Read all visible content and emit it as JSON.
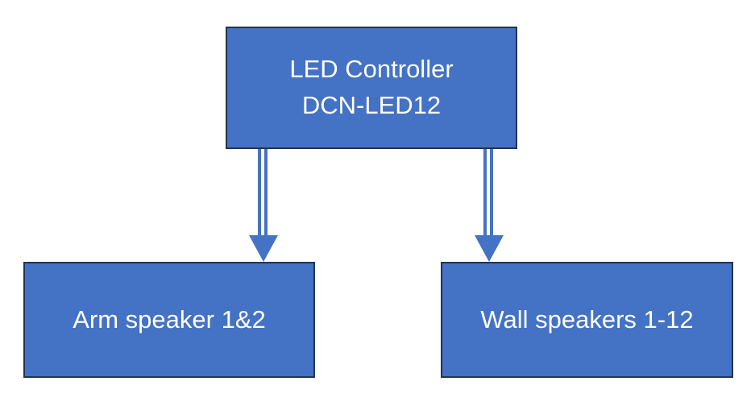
{
  "diagram": {
    "nodes": [
      {
        "id": "controller",
        "lines": [
          "LED Controller",
          "DCN-LED12"
        ]
      },
      {
        "id": "arm",
        "lines": [
          "Arm speaker 1&2"
        ]
      },
      {
        "id": "wall",
        "lines": [
          "Wall speakers 1-12"
        ]
      }
    ],
    "edges": [
      {
        "from": "controller",
        "to": "arm",
        "style": "double-line-arrow"
      },
      {
        "from": "controller",
        "to": "wall",
        "style": "double-line-arrow"
      }
    ],
    "colors": {
      "box_fill": "#4472C4",
      "box_border": "#1F3454",
      "text": "#FFFFFF",
      "arrow": "#4472C4"
    }
  }
}
